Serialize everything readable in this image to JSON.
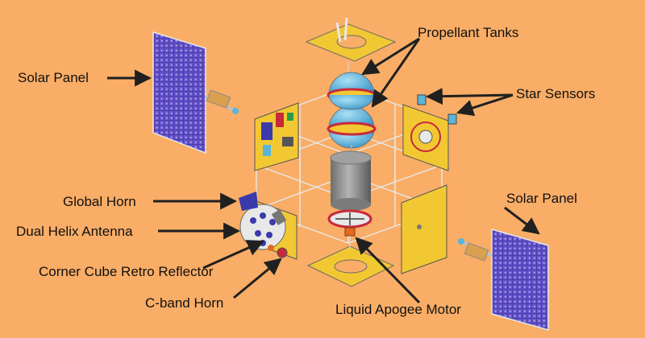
{
  "labels": {
    "propellant_tanks": "Propellant Tanks",
    "star_sensors": "Star Sensors",
    "solar_panel_left": "Solar Panel",
    "solar_panel_right": "Solar Panel",
    "global_horn": "Global Horn",
    "dual_helix_antenna": "Dual Helix Antenna",
    "corner_cube_retro_reflector": "Corner Cube Retro Reflector",
    "c_band_horn": "C-band Horn",
    "liquid_apogee_motor": "Liquid Apogee Motor"
  },
  "colors": {
    "background": "#f9ad66",
    "solar_cell": "#4a3ca8",
    "panel_yellow": "#f2c832",
    "tank_blue": "#5ab4dc",
    "tank_ring": "#c8283c",
    "cylinder_gray": "#8c8c8c",
    "arrow": "#202020"
  }
}
